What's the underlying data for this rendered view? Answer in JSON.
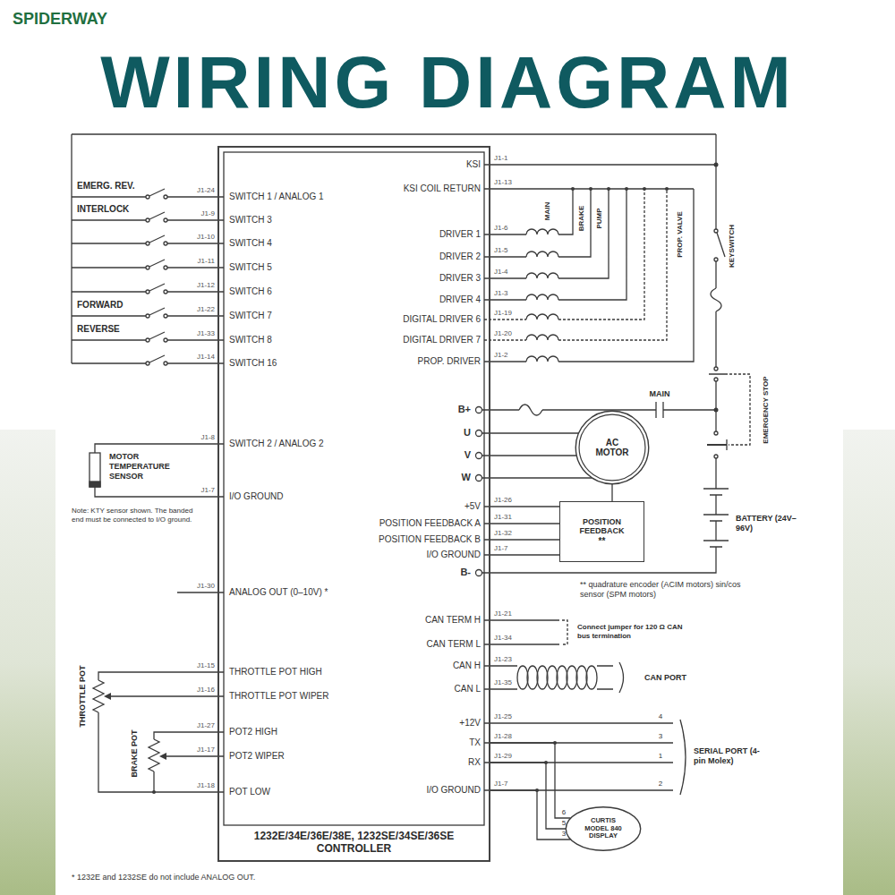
{
  "diagram": {
    "title": "WIRING DIAGRAM",
    "nodes": [
      {
        "text": [
          "SWITCH 1 / ANALOG 1",
          "SWITCH 3",
          "SWITCH 4",
          "SWITCH 5",
          "SWITCH 6",
          "SWITCH 7",
          "SWITCH 8",
          "SWITCH 16",
          "SWITCH 2 / ANALOG 2",
          "I/O GROUND",
          "ANALOG OUT (0–10V) *",
          "THROTTLE POT HIGH",
          "THROTTLE POT WIPER",
          "POT2 HIGH",
          "POT2 WIPER",
          "POT LOW",
          "KSI",
          "KSI COIL RETURN",
          "DRIVER 1",
          "DRIVER 2",
          "DRIVER 3",
          "DRIVER 4",
          "DIGITAL DRIVER 6",
          "DIGITAL DRIVER 7",
          "PROP. DRIVER",
          "B+",
          "U",
          "V",
          "W",
          "+5V",
          "POSITION FEEDBACK A",
          "POSITION FEEDBACK B",
          "I/O GROUND",
          "B-",
          "CAN TERM H",
          "CAN TERM L",
          "CAN H",
          "CAN L",
          "+12V",
          "TX",
          "RX",
          "I/O GROUND",
          "1232E/34E/36E/38E, 1232SE/34SE/36SE CONTROLLER"
        ]
      },
      {
        "text": [
          "AC MOTOR"
        ]
      },
      {
        "text": [
          "POSITION FEEDBACK",
          "**"
        ]
      },
      {
        "text": [
          "CURTIS MODEL 840 DISPLAY"
        ]
      }
    ],
    "edges": [
      {
        "from": 0,
        "to": 1,
        "arrow": "none"
      },
      {
        "from": 0,
        "to": 1,
        "arrow": "none"
      },
      {
        "from": 0,
        "to": 1,
        "arrow": "none"
      },
      {
        "from": 2,
        "to": 1,
        "arrow": "none"
      },
      {
        "from": 0,
        "to": 2,
        "arrow": "none"
      },
      {
        "from": 0,
        "to": 2,
        "arrow": "none"
      },
      {
        "from": 0,
        "to": 2,
        "arrow": "none"
      },
      {
        "from": 0,
        "to": 2,
        "arrow": "none"
      },
      {
        "from": 0,
        "to": 3,
        "arrow": "none"
      },
      {
        "from": 0,
        "to": 3,
        "arrow": "none"
      },
      {
        "from": 0,
        "to": 3,
        "arrow": "none"
      }
    ],
    "labels": [
      "SPIDERWAY",
      "J1-24",
      "J1-9",
      "J1-10",
      "J1-11",
      "J1-12",
      "J1-22",
      "J1-33",
      "J1-14",
      "J1-8",
      "J1-7",
      "J1-30",
      "J1-15",
      "J1-16",
      "J1-27",
      "J1-17",
      "J1-18",
      "J1-1",
      "J1-13",
      "J1-6",
      "J1-5",
      "J1-4",
      "J1-3",
      "J1-19",
      "J1-20",
      "J1-2",
      "J1-26",
      "J1-31",
      "J1-32",
      "J1-7",
      "J1-21",
      "J1-34",
      "J1-23",
      "J1-35",
      "J1-25",
      "J1-28",
      "J1-29",
      "J1-7",
      "EMERG. REV.",
      "INTERLOCK",
      "FORWARD",
      "REVERSE",
      "MOTOR TEMPERATURE SENSOR",
      "Note: KTY sensor shown. The banded end must be connected to I/O ground.",
      "THROTTLE POT",
      "BRAKE POT",
      "MAIN",
      "BRAKE",
      "PUMP",
      "PROP. VALVE",
      "KEYSWITCH",
      "MAIN",
      "EMERGENCY STOP",
      "BATTERY (24V–96V)",
      "** quadrature encoder (ACIM motors) sin/cos sensor (SPM motors)",
      "Connect jumper for 120 Ω CAN bus termination",
      "CAN PORT",
      "4",
      "3",
      "1",
      "2",
      "SERIAL PORT (4-pin Molex)",
      "6",
      "5",
      "3",
      "* 1232E and 1232SE do not include ANALOG OUT."
    ]
  }
}
